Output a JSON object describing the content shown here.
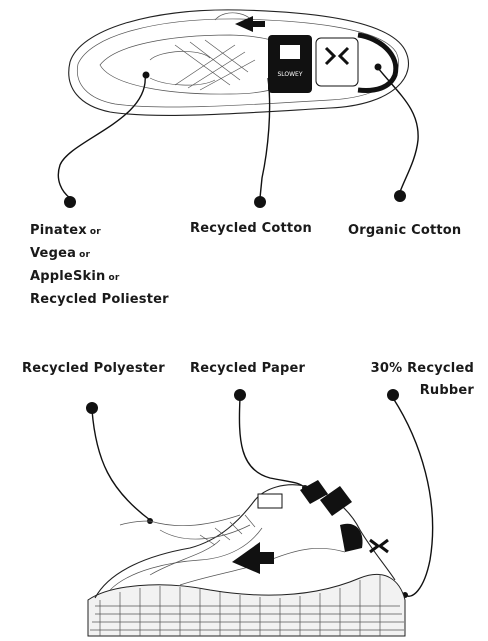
{
  "top_labels": {
    "upper_material": {
      "line1": "Pinatex",
      "or1": "or",
      "line2": "Vegea",
      "or2": "or",
      "line3": "AppleSkin",
      "or3": "or",
      "line4": "Recycled Poliester"
    },
    "lining": "Recycled Cotton",
    "laces": "Organic Cotton"
  },
  "bottom_labels": {
    "mesh": "Recycled Polyester",
    "tag": "Recycled Paper",
    "sole_line1": "30% Recycled",
    "sole_line2": "Rubber"
  },
  "logo_text": "SLOWEY"
}
